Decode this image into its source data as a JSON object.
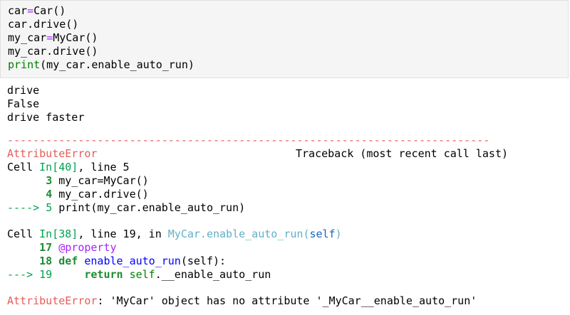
{
  "code_cell": {
    "lines": [
      {
        "a": "car",
        "op": "=",
        "b": "Car()"
      },
      {
        "text": "car.drive()"
      },
      {
        "a": "my_car",
        "op": "=",
        "b": "MyCar()"
      },
      {
        "text": "my_car.drive()"
      },
      {
        "kw": "print",
        "rest": "(my_car.enable_auto_run)"
      }
    ]
  },
  "stdout": [
    "drive",
    "False",
    "drive faster"
  ],
  "traceback": {
    "rule": "---------------------------------------------------------------------------",
    "error_name": "AttributeError",
    "header_right": "Traceback (most recent call last)",
    "frame1": {
      "cell_prefix": "Cell ",
      "cell_ref": "In[40]",
      "line_info": ", line 5",
      "lines": [
        {
          "arrow": "      ",
          "num": "3",
          "code": " my_car=MyCar()"
        },
        {
          "arrow": "      ",
          "num": "4",
          "code": " my_car.drive()"
        },
        {
          "arrow": "----> ",
          "num": "5",
          "code": " print(my_car.enable_auto_run)"
        }
      ]
    },
    "frame2": {
      "cell_prefix": "Cell ",
      "cell_ref": "In[38]",
      "line_info": ", line 19, in ",
      "func": "MyCar.enable_auto_run",
      "open_paren": "(",
      "arg": "self",
      "close_paren": ")",
      "l17_arrow": "     ",
      "l17_num": "17",
      "l17_deco": "@property",
      "l18_arrow": "     ",
      "l18_num": "18",
      "l18_def": "def",
      "l18_name": "enable_auto_run",
      "l18_rest": "(self):",
      "l19_arrow": "---> ",
      "l19_num": "19",
      "l19_indent": "     ",
      "l19_return": "return",
      "l19_self": "self",
      "l19_rest": ".__enable_auto_run"
    },
    "final_error": "AttributeError",
    "final_msg": ": 'MyCar' object has no attribute '_MyCar__enable_auto_run'"
  }
}
